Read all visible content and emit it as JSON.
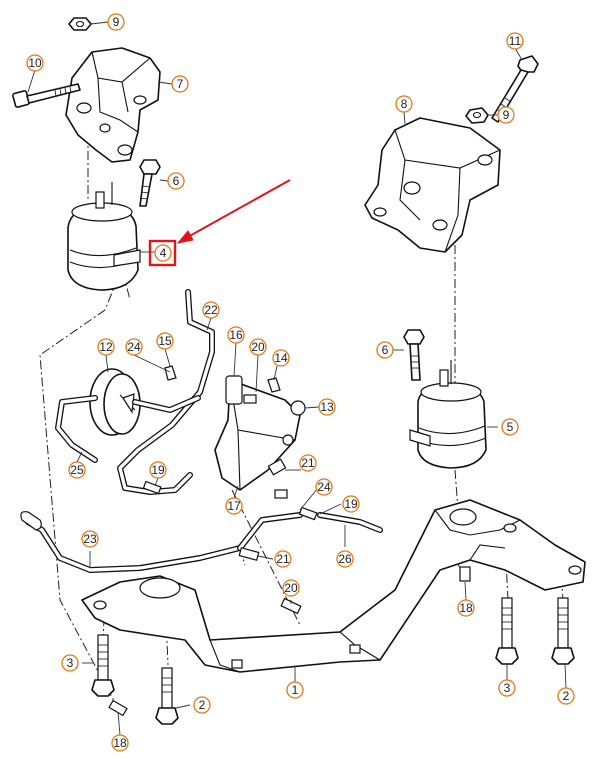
{
  "callouts": [
    {
      "id": "c9a",
      "label": "9"
    },
    {
      "id": "c10",
      "label": "10"
    },
    {
      "id": "c7",
      "label": "7"
    },
    {
      "id": "c6a",
      "label": "6"
    },
    {
      "id": "c4",
      "label": "4"
    },
    {
      "id": "c11",
      "label": "11"
    },
    {
      "id": "c8",
      "label": "8"
    },
    {
      "id": "c9b",
      "label": "9"
    },
    {
      "id": "c22",
      "label": "22"
    },
    {
      "id": "c12",
      "label": "12"
    },
    {
      "id": "c24a",
      "label": "24"
    },
    {
      "id": "c15",
      "label": "15"
    },
    {
      "id": "c16",
      "label": "16"
    },
    {
      "id": "c20a",
      "label": "20"
    },
    {
      "id": "c14",
      "label": "14"
    },
    {
      "id": "c13",
      "label": "13"
    },
    {
      "id": "c6b",
      "label": "6"
    },
    {
      "id": "c5",
      "label": "5"
    },
    {
      "id": "c25",
      "label": "25"
    },
    {
      "id": "c19a",
      "label": "19"
    },
    {
      "id": "c17",
      "label": "17"
    },
    {
      "id": "c21a",
      "label": "21"
    },
    {
      "id": "c24b",
      "label": "24"
    },
    {
      "id": "c19b",
      "label": "19"
    },
    {
      "id": "c23",
      "label": "23"
    },
    {
      "id": "c26",
      "label": "26"
    },
    {
      "id": "c21b",
      "label": "21"
    },
    {
      "id": "c20b",
      "label": "20"
    },
    {
      "id": "c18a",
      "label": "18"
    },
    {
      "id": "c3a",
      "label": "3"
    },
    {
      "id": "c3b",
      "label": "3"
    },
    {
      "id": "c2a",
      "label": "2"
    },
    {
      "id": "c2b",
      "label": "2"
    },
    {
      "id": "c1",
      "label": "1"
    },
    {
      "id": "c18b",
      "label": "18"
    }
  ],
  "highlight": {
    "label": "4",
    "color": "#e0161b"
  },
  "accent": {
    "callout_outline": "#e07818",
    "line": "#111111"
  }
}
